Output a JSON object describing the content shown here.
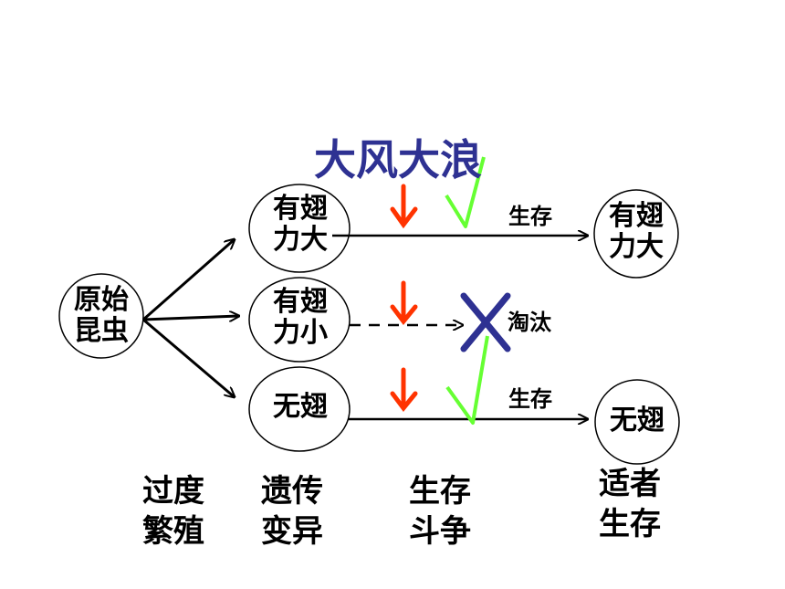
{
  "title": "大风大浪",
  "origin": {
    "line1": "原始",
    "line2": "昆虫"
  },
  "variants": [
    {
      "line1": "有翅",
      "line2": "力大"
    },
    {
      "line1": "有翅",
      "line2": "力小"
    },
    {
      "line1": "无翅"
    }
  ],
  "results": {
    "survive_big": {
      "line1": "有翅",
      "line2": "力大"
    },
    "survive_none": {
      "line1": "无翅"
    }
  },
  "edge_labels": {
    "survive_top": "生存",
    "eliminated": "淘汰",
    "survive_bottom": "生存"
  },
  "stages": [
    {
      "line1": "过度",
      "line2": "繁殖"
    },
    {
      "line1": "遗传",
      "line2": "变异"
    },
    {
      "line1": "生存",
      "line2": "斗争"
    },
    {
      "line1": "适者",
      "line2": "生存"
    }
  ],
  "colors": {
    "title": "#2e3192",
    "wind_arrow": "#ff3300",
    "check": "#66ff33",
    "cross": "#2e3192"
  }
}
